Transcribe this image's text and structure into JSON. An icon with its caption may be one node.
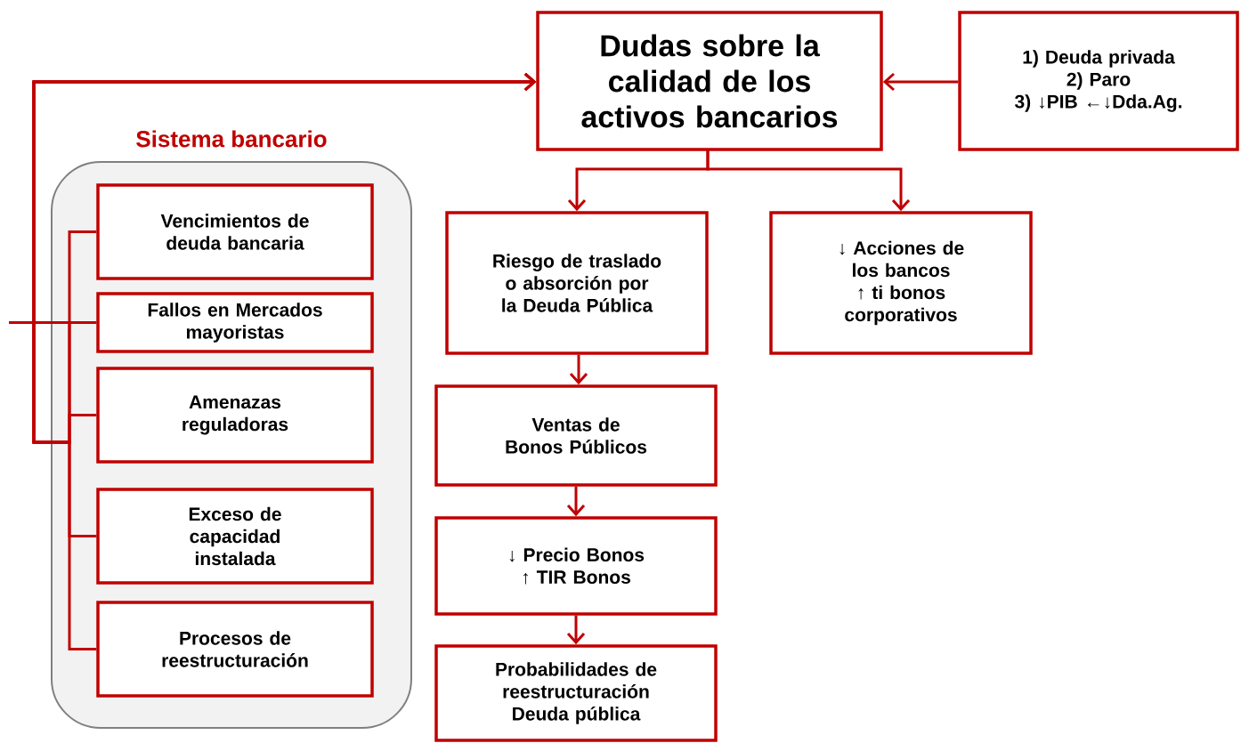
{
  "diagram": {
    "nodes": [
      {
        "text": [
          "Dudas sobre la calidad de los activos bancarios"
        ]
      },
      {
        "text": [
          "1) Deuda privada",
          "2) Paro",
          "3) ↓PIB ←↓Dda.Ag."
        ]
      },
      {
        "text": [
          "Sistema bancario"
        ]
      },
      {
        "text": [
          "Vencimientos de deuda bancaria"
        ],
        "in": 2
      },
      {
        "text": [
          "Fallos en Mercados mayoristas"
        ],
        "in": 2
      },
      {
        "text": [
          "Amenazas reguladoras"
        ],
        "in": 2
      },
      {
        "text": [
          "Exceso de capacidad instalada"
        ],
        "in": 2
      },
      {
        "text": [
          "Procesos de reestructuración"
        ],
        "in": 2
      },
      {
        "text": [
          "Riesgo de traslado o absorción por la Deuda Pública"
        ]
      },
      {
        "text": [
          "↓ Acciones de los bancos",
          "↑ ti bonos corporativos"
        ]
      },
      {
        "text": [
          "Ventas de Bonos Públicos"
        ]
      },
      {
        "text": [
          "↓ Precio Bonos",
          "↑ TIR Bonos"
        ]
      },
      {
        "text": [
          "Probabilidades de reestructuración Deuda pública"
        ]
      }
    ],
    "edges": [
      {
        "from": 1,
        "to": 0,
        "arrow": "to"
      },
      {
        "from": 3,
        "to": 0,
        "arrow": "to"
      },
      {
        "from": 4,
        "to": 0,
        "arrow": "to"
      },
      {
        "from": 5,
        "to": 0,
        "arrow": "to"
      },
      {
        "from": 6,
        "to": 0,
        "arrow": "to"
      },
      {
        "from": 7,
        "to": 0,
        "arrow": "to"
      },
      {
        "from": null,
        "to": 4,
        "arrow": "none"
      },
      {
        "from": 0,
        "to": 8,
        "arrow": "to"
      },
      {
        "from": 0,
        "to": 9,
        "arrow": "to"
      },
      {
        "from": 8,
        "to": 10,
        "arrow": "to"
      },
      {
        "from": 10,
        "to": 11,
        "arrow": "to"
      },
      {
        "from": 11,
        "to": 12,
        "arrow": "to"
      }
    ]
  }
}
